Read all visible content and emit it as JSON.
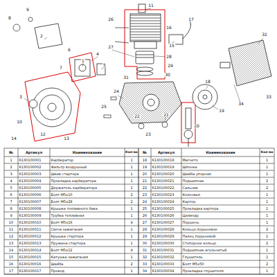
{
  "diagram": {
    "labels": [
      "1",
      "2",
      "3",
      "4",
      "5",
      "6",
      "7",
      "8",
      "9",
      "10",
      "11",
      "12",
      "13",
      "14",
      "15",
      "16",
      "17",
      "18",
      "19",
      "20",
      "21",
      "22",
      "23",
      "24",
      "25",
      "26",
      "27",
      "28",
      "29",
      "30",
      "31",
      "32",
      "33",
      "34",
      "№",
      "Артикул",
      "Наименование",
      "Кол-во",
      "№",
      "Артикул",
      "Наименование",
      "Кол-во",
      "1",
      "6130100001",
      "Карбюратор",
      "1",
      "18",
      "6130100018",
      "Магнето",
      "1",
      "2",
      "6130100002",
      "Фильтр воздушный",
      "1",
      "19",
      "6130100019",
      "Шпонка",
      "1",
      "3",
      "6130100003",
      "Шкив стартера",
      "1",
      "20",
      "6130100020",
      "Шайба упорная",
      "1",
      "4",
      "6130100004",
      "Прокладка карбюратора",
      "1",
      "21",
      "6130100021",
      "Подшипник",
      "2",
      "5",
      "6130100005",
      "Держатель карбюратора",
      "1",
      "22",
      "6130100022",
      "Сальник",
      "2",
      "6",
      "6130100006",
      "Болт M5x10",
      "2",
      "23",
      "6130100023",
      "Коленвал",
      "1",
      "7",
      "6130100007",
      "Болт M5x28",
      "2",
      "24",
      "6130100024",
      "Картер",
      "1",
      "8",
      "6130100008",
      "Крышка топливного бака",
      "1",
      "25",
      "6130100025",
      "Прокладка картера",
      "1",
      "9",
      "6130100009",
      "Трубка топливная",
      "1",
      "26",
      "6130100026",
      "Цилиндр",
      "1",
      "10",
      "6130100010",
      "Болт M5x16",
      "4",
      "27",
      "6130100027",
      "Поршень",
      "1",
      "11",
      "6130100011",
      "Свеча зажигания",
      "1",
      "28",
      "6130100028",
      "Кольцо поршневое",
      "2",
      "12",
      "6130100012",
      "Крышка стартера",
      "1",
      "29",
      "6130100029",
      "Палец поршневой",
      "1",
      "13",
      "6130100013",
      "Пружина стартера",
      "1",
      "30",
      "6130100030",
      "Стопорное кольцо",
      "2",
      "14",
      "6130100014",
      "Болт M5x12",
      "4",
      "31",
      "6130100031",
      "Подшипник игольчатый",
      "1",
      "15",
      "6130100015",
      "Катушка зажигания",
      "1",
      "32",
      "6130100032",
      "Глушитель",
      "1",
      "16",
      "6130100016",
      "Шайба",
      "2",
      "33",
      "6130100033",
      "Болт M5x50",
      "2",
      "17",
      "6130100017",
      "Провод",
      "1",
      "34",
      "6130100034",
      "Прокладка глушителя",
      "1"
    ]
  }
}
